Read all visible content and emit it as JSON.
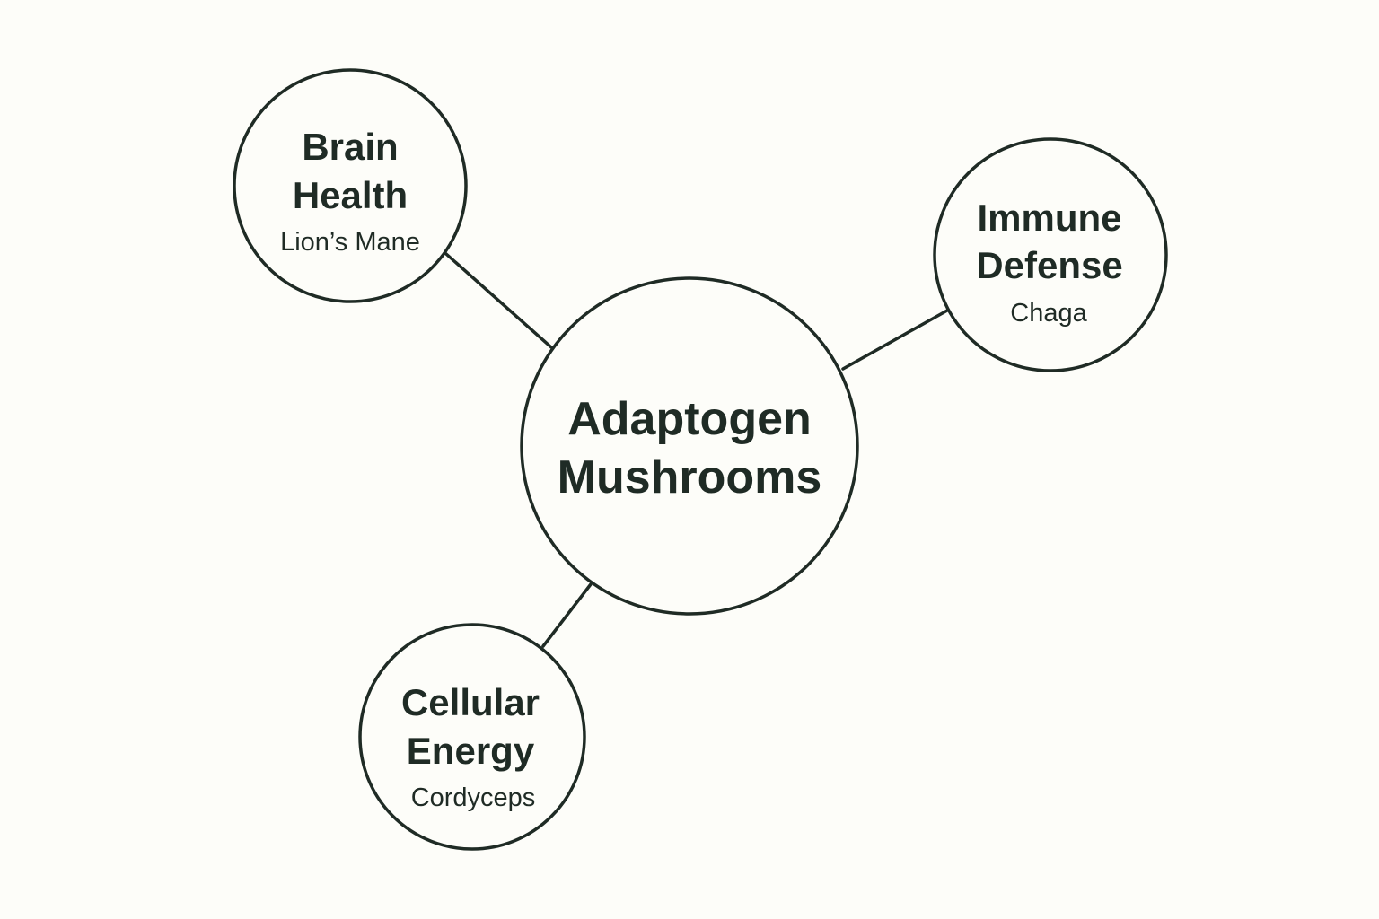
{
  "colors": {
    "background": "#fdfdf9",
    "ink": "#1f2b25"
  },
  "center": {
    "line1": "Adaptogen",
    "line2": "Mushrooms"
  },
  "nodes": {
    "brain": {
      "line1": "Brain",
      "line2": "Health",
      "mushroom": "Lion’s Mane"
    },
    "immune": {
      "line1": "Immune",
      "line2": "Defense",
      "mushroom": "Chaga"
    },
    "energy": {
      "line1": "Cellular",
      "line2": "Energy",
      "mushroom": "Cordyceps"
    }
  }
}
